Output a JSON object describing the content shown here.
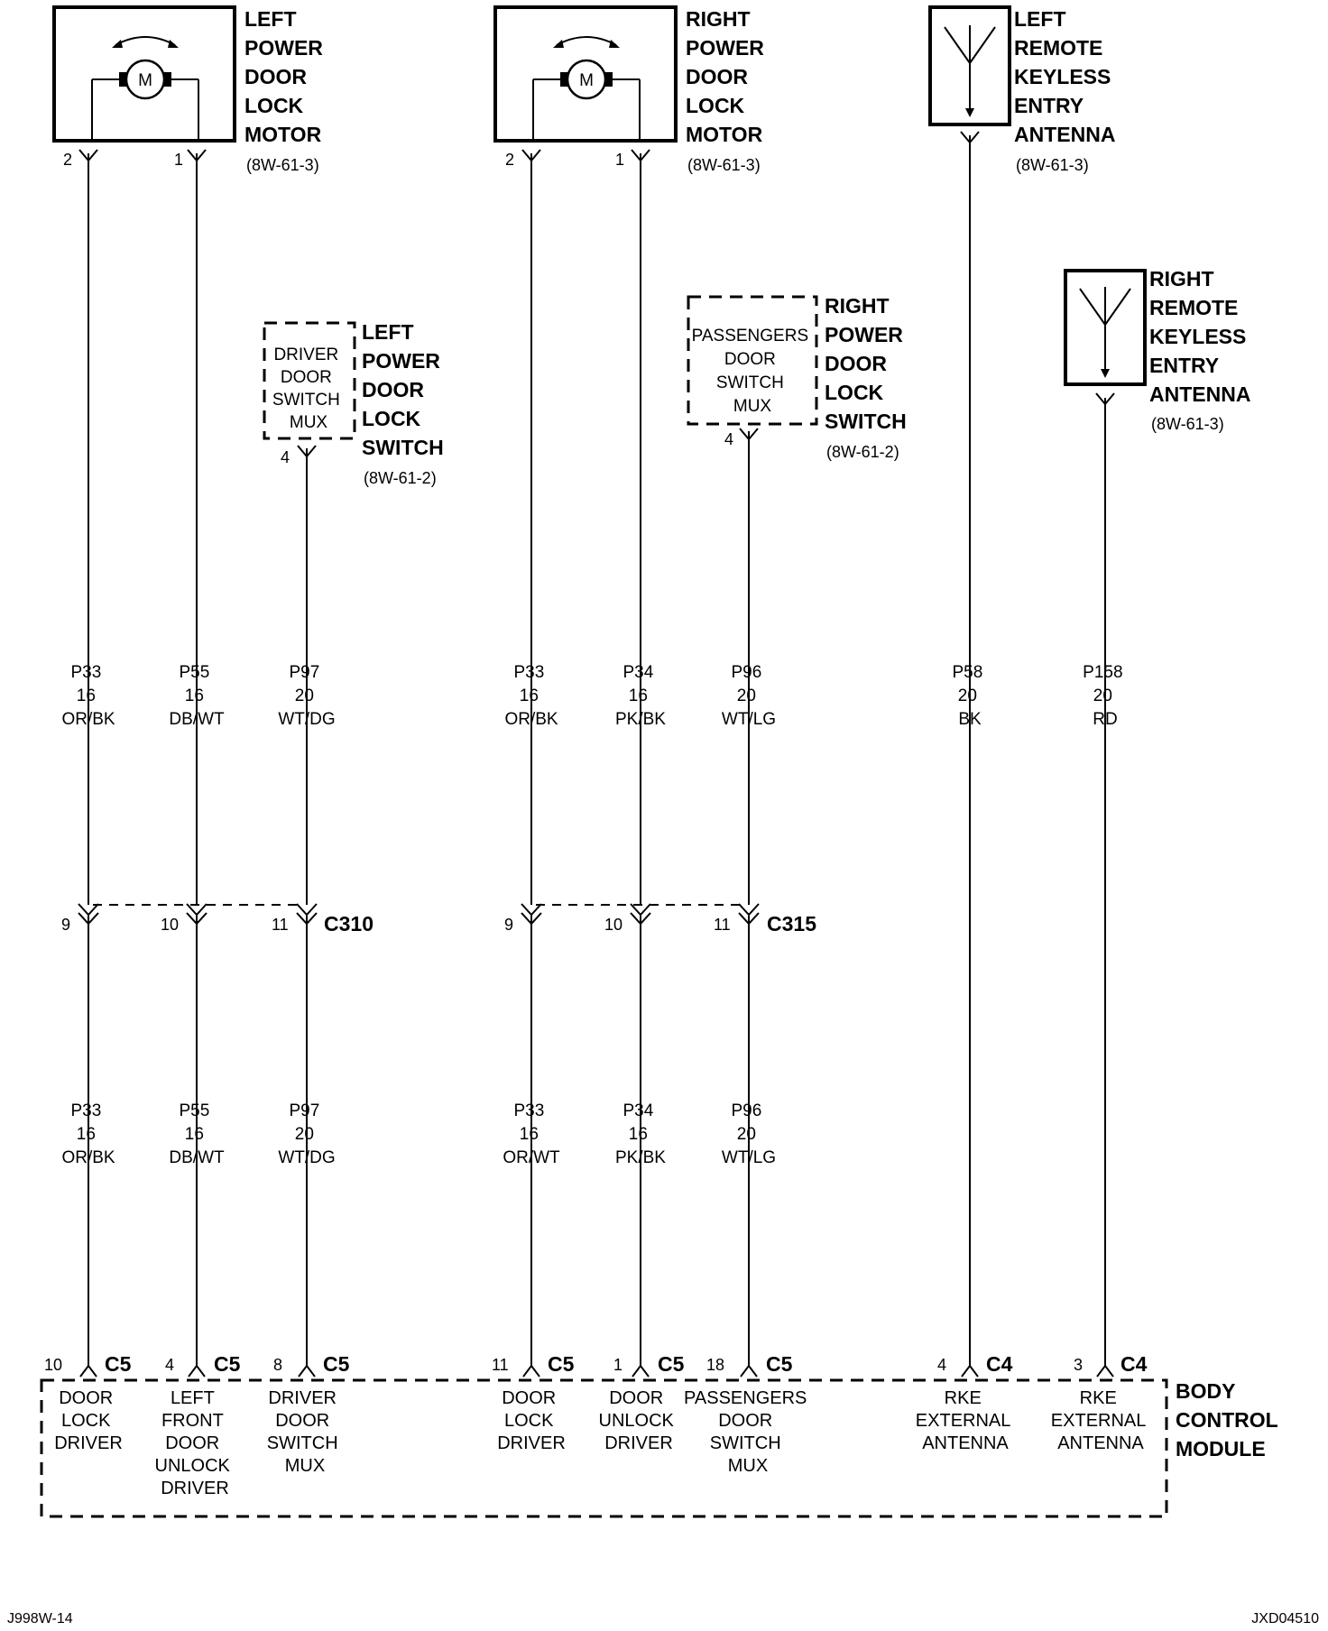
{
  "components": {
    "left_motor": {
      "lines": [
        "LEFT",
        "POWER",
        "DOOR",
        "LOCK",
        "MOTOR"
      ],
      "ref": "(8W-61-3)",
      "motor_symbol": "M",
      "pins": [
        "2",
        "1"
      ]
    },
    "right_motor": {
      "lines": [
        "RIGHT",
        "POWER",
        "DOOR",
        "LOCK",
        "MOTOR"
      ],
      "ref": "(8W-61-3)",
      "motor_symbol": "M",
      "pins": [
        "2",
        "1"
      ]
    },
    "left_antenna": {
      "lines": [
        "LEFT",
        "REMOTE",
        "KEYLESS",
        "ENTRY",
        "ANTENNA"
      ],
      "ref": "(8W-61-3)"
    },
    "right_antenna": {
      "lines": [
        "RIGHT",
        "REMOTE",
        "KEYLESS",
        "ENTRY",
        "ANTENNA"
      ],
      "ref": "(8W-61-3)"
    },
    "left_switch": {
      "lines": [
        "LEFT",
        "POWER",
        "DOOR",
        "LOCK",
        "SWITCH"
      ],
      "ref": "(8W-61-2)",
      "inner": [
        "DRIVER",
        "DOOR",
        "SWITCH",
        "MUX"
      ],
      "pin": "4"
    },
    "right_switch": {
      "lines": [
        "RIGHT",
        "POWER",
        "DOOR",
        "LOCK",
        "SWITCH"
      ],
      "ref": "(8W-61-2)",
      "inner": [
        "PASSENGERS",
        "DOOR",
        "SWITCH",
        "MUX"
      ],
      "pin": "4"
    }
  },
  "upper_wires": [
    {
      "circuit": "P33",
      "gauge": "16",
      "color": "OR/BK"
    },
    {
      "circuit": "P55",
      "gauge": "16",
      "color": "DB/WT"
    },
    {
      "circuit": "P97",
      "gauge": "20",
      "color": "WT/DG"
    },
    {
      "circuit": "P33",
      "gauge": "16",
      "color": "OR/BK"
    },
    {
      "circuit": "P34",
      "gauge": "16",
      "color": "PK/BK"
    },
    {
      "circuit": "P96",
      "gauge": "20",
      "color": "WT/LG"
    },
    {
      "circuit": "P58",
      "gauge": "20",
      "color": "BK"
    },
    {
      "circuit": "P158",
      "gauge": "20",
      "color": "RD"
    }
  ],
  "inline_connectors": [
    {
      "name": "C310",
      "pins": [
        "9",
        "10",
        "11"
      ]
    },
    {
      "name": "C315",
      "pins": [
        "9",
        "10",
        "11"
      ]
    }
  ],
  "lower_wires": [
    {
      "circuit": "P33",
      "gauge": "16",
      "color": "OR/BK"
    },
    {
      "circuit": "P55",
      "gauge": "16",
      "color": "DB/WT"
    },
    {
      "circuit": "P97",
      "gauge": "20",
      "color": "WT/DG"
    },
    {
      "circuit": "P33",
      "gauge": "16",
      "color": "OR/WT"
    },
    {
      "circuit": "P34",
      "gauge": "16",
      "color": "PK/BK"
    },
    {
      "circuit": "P96",
      "gauge": "20",
      "color": "WT/LG"
    }
  ],
  "bcm_pins": [
    {
      "pin": "10",
      "connector": "C5",
      "function": [
        "DOOR",
        "LOCK",
        "DRIVER"
      ]
    },
    {
      "pin": "4",
      "connector": "C5",
      "function": [
        "LEFT",
        "FRONT",
        "DOOR",
        "UNLOCK",
        "DRIVER"
      ]
    },
    {
      "pin": "8",
      "connector": "C5",
      "function": [
        "DRIVER",
        "DOOR",
        "SWITCH",
        "MUX"
      ]
    },
    {
      "pin": "11",
      "connector": "C5",
      "function": [
        "DOOR",
        "LOCK",
        "DRIVER"
      ]
    },
    {
      "pin": "1",
      "connector": "C5",
      "function": [
        "DOOR",
        "UNLOCK",
        "DRIVER"
      ]
    },
    {
      "pin": "18",
      "connector": "C5",
      "function": [
        "PASSENGERS",
        "DOOR",
        "SWITCH",
        "MUX"
      ]
    },
    {
      "pin": "4",
      "connector": "C4",
      "function": [
        "RKE",
        "EXTERNAL",
        "ANTENNA"
      ]
    },
    {
      "pin": "3",
      "connector": "C4",
      "function": [
        "RKE",
        "EXTERNAL",
        "ANTENNA"
      ]
    }
  ],
  "bcm": {
    "lines": [
      "BODY",
      "CONTROL",
      "MODULE"
    ]
  },
  "footer": {
    "left": "J998W-14",
    "right": "JXD04510"
  }
}
